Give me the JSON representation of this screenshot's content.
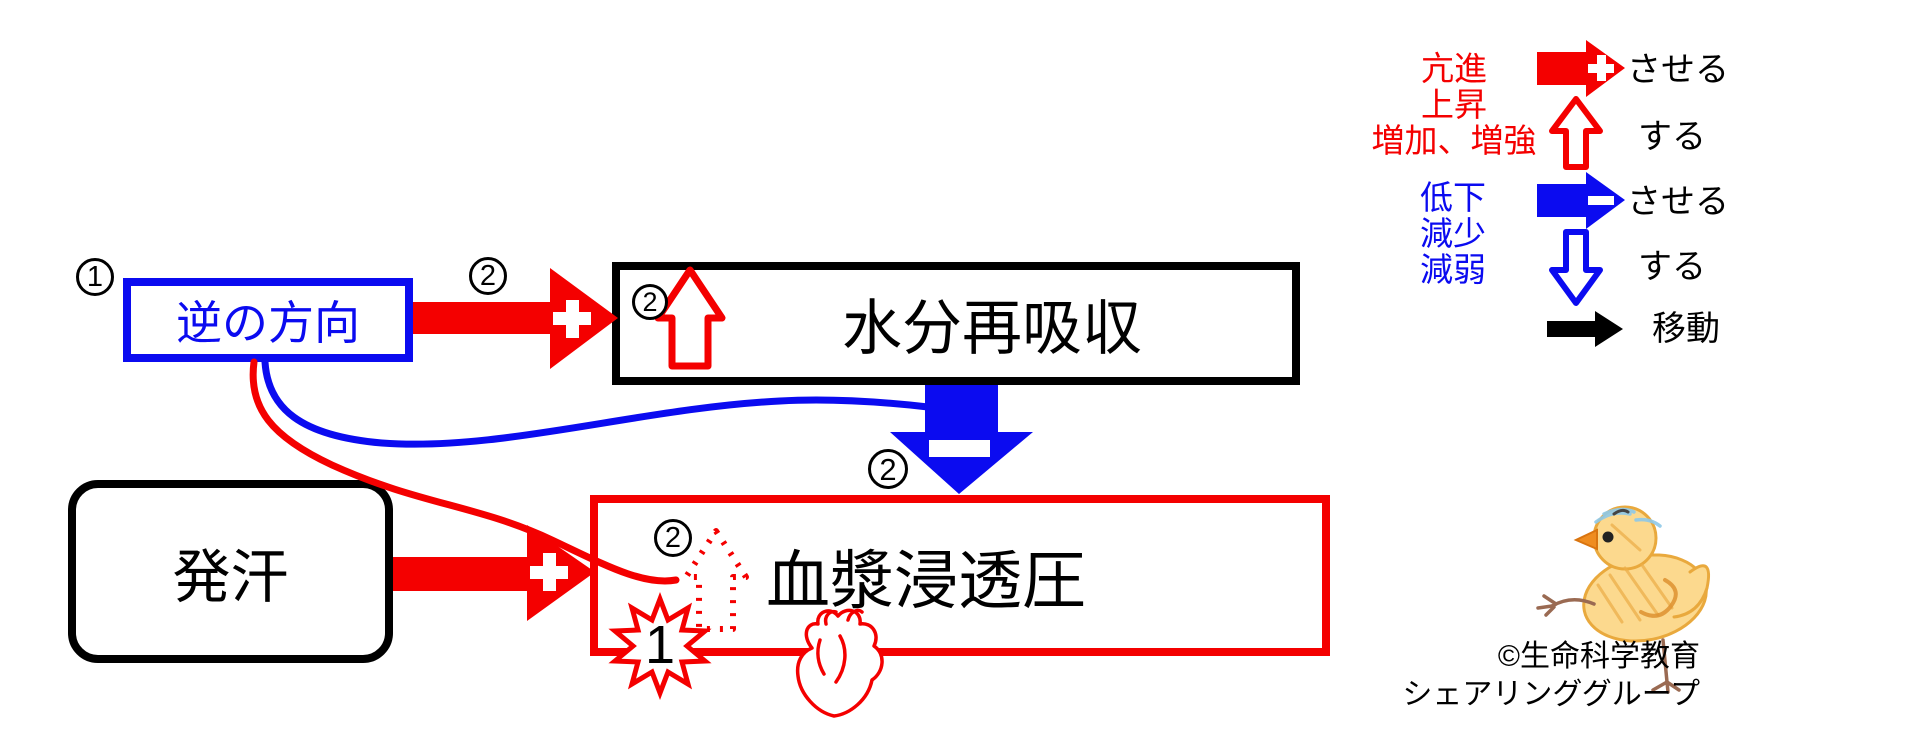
{
  "nodes": {
    "reverse_direction": {
      "label": "逆の方向"
    },
    "water_reabsorption": {
      "label": "水分再吸収"
    },
    "plasma_osmotic_pressure": {
      "label": "血漿浸透圧"
    },
    "sweating": {
      "label": "発汗"
    }
  },
  "badges": {
    "reverse_step": "1",
    "arrow_reverse_step": "2",
    "water_step": "2",
    "blue_arrow_step": "2",
    "plasma_step": "2",
    "burst_value": "1"
  },
  "legend": {
    "increase_terms": {
      "line1": "亢進",
      "line2": "上昇",
      "line3": "増加、増強"
    },
    "increase_cause": "させる",
    "increase_become": "する",
    "decrease_terms": {
      "line1": "低下",
      "line2": "減少",
      "line3": "減弱"
    },
    "decrease_cause": "させる",
    "decrease_become": "する",
    "move": "移動"
  },
  "credit": {
    "line1": "©生命科学教育",
    "line2": "シェアリンググループ"
  },
  "colors": {
    "red": "#f40000",
    "blue": "#0b0bf0",
    "black": "#000000"
  },
  "icons": {
    "plus-sign": "+",
    "minus-sign": "−",
    "up-hollow-arrow": "⇧",
    "down-hollow-arrow": "⇩",
    "right-solid-arrow": "➡",
    "starburst": "✸",
    "heart": "anatomical-heart-outline",
    "chick": "crayon-chick-drawing"
  }
}
